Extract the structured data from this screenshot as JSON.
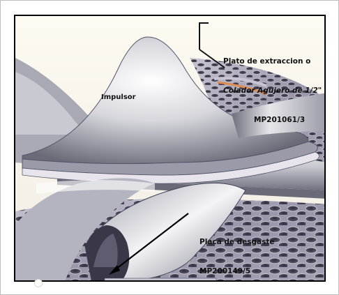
{
  "labels": {
    "impulsor": "Impulsor",
    "plato_line1": "Plato de extraccion o",
    "plato_line2": "Colador Agujero de 1/2\"",
    "plato_line3": "MP201061/3",
    "placa_line1": "Placa de desgaste",
    "placa_line2": "MP200149/5"
  },
  "colors": {
    "metal_light": "#f2f2f4",
    "metal_mid": "#b8b8c0",
    "metal_dark": "#5a5a66",
    "plate_bg": "#8c8a9c",
    "hole": "#3c3a4a",
    "accent_orange": "#e08c50",
    "accent_pink": "#d8a8b8"
  }
}
